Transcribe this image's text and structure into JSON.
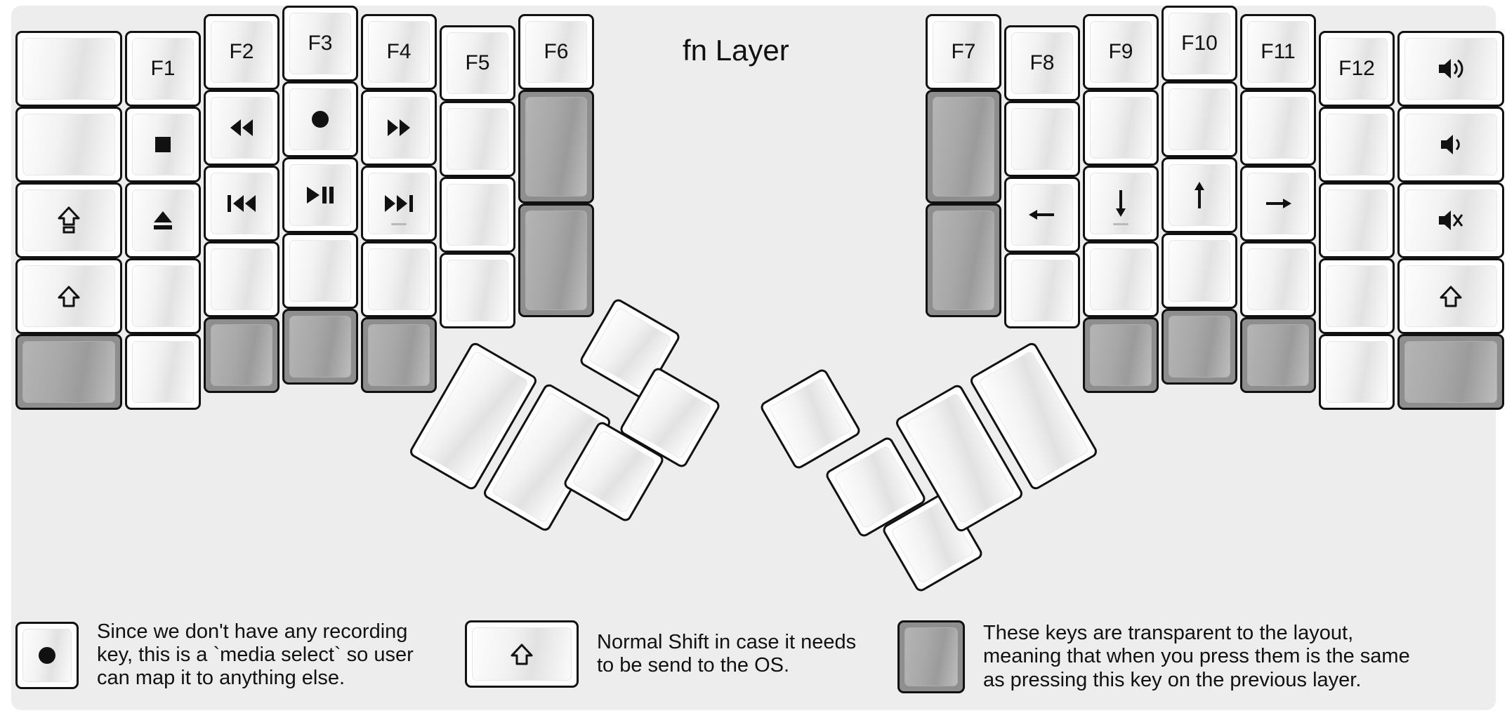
{
  "title": "fn Layer",
  "colors": {
    "board_background": "#ededed",
    "key_face": "#ffffff",
    "key_border": "#111111",
    "transparent_key": "#8e8e8e",
    "label_text": "#111111"
  },
  "left_half": {
    "columns": [
      {
        "name": "pinky-outer",
        "keys": [
          {
            "label": "",
            "icon": "",
            "state": "normal"
          },
          {
            "label": "",
            "icon": "",
            "state": "normal"
          },
          {
            "label": "",
            "icon": "caps-lock-icon",
            "state": "normal"
          },
          {
            "label": "",
            "icon": "shift-icon",
            "state": "normal"
          },
          {
            "label": "",
            "icon": "",
            "state": "transparent"
          }
        ]
      },
      {
        "name": "pinky",
        "keys": [
          {
            "label": "F1",
            "icon": "",
            "state": "normal"
          },
          {
            "label": "",
            "icon": "stop-icon",
            "state": "normal"
          },
          {
            "label": "",
            "icon": "eject-icon",
            "state": "normal"
          },
          {
            "label": "",
            "icon": "",
            "state": "normal"
          },
          {
            "label": "",
            "icon": "",
            "state": "normal"
          }
        ]
      },
      {
        "name": "ring",
        "keys": [
          {
            "label": "F2",
            "icon": "",
            "state": "normal"
          },
          {
            "label": "",
            "icon": "rewind-icon",
            "state": "normal"
          },
          {
            "label": "",
            "icon": "previous-track-icon",
            "state": "normal"
          },
          {
            "label": "",
            "icon": "",
            "state": "normal"
          },
          {
            "label": "",
            "icon": "",
            "state": "transparent"
          }
        ]
      },
      {
        "name": "middle",
        "keys": [
          {
            "label": "F3",
            "icon": "",
            "state": "normal"
          },
          {
            "label": "",
            "icon": "record-icon",
            "state": "normal"
          },
          {
            "label": "",
            "icon": "play-pause-icon",
            "state": "normal"
          },
          {
            "label": "",
            "icon": "",
            "state": "normal"
          },
          {
            "label": "",
            "icon": "",
            "state": "transparent"
          }
        ]
      },
      {
        "name": "index",
        "keys": [
          {
            "label": "F4",
            "icon": "",
            "state": "normal"
          },
          {
            "label": "",
            "icon": "fast-forward-icon",
            "state": "normal"
          },
          {
            "label": "",
            "icon": "next-track-icon",
            "state": "normal",
            "homing": true
          },
          {
            "label": "",
            "icon": "",
            "state": "normal"
          },
          {
            "label": "",
            "icon": "",
            "state": "transparent"
          }
        ]
      },
      {
        "name": "index-inner",
        "keys": [
          {
            "label": "F5",
            "icon": "",
            "state": "normal"
          },
          {
            "label": "",
            "icon": "",
            "state": "normal"
          },
          {
            "label": "",
            "icon": "",
            "state": "normal"
          },
          {
            "label": "",
            "icon": "",
            "state": "normal"
          }
        ]
      },
      {
        "name": "inner-column",
        "keys": [
          {
            "label": "F6",
            "icon": "",
            "state": "normal"
          },
          {
            "label": "",
            "icon": "",
            "state": "transparent",
            "tall": true
          },
          {
            "label": "",
            "icon": "",
            "state": "transparent",
            "tall": true
          }
        ]
      }
    ],
    "thumb_cluster": [
      {
        "name": "thumb-large-1",
        "icon": "",
        "state": "normal"
      },
      {
        "name": "thumb-large-2",
        "icon": "",
        "state": "normal"
      },
      {
        "name": "thumb-small-top",
        "icon": "",
        "state": "normal"
      },
      {
        "name": "thumb-small-mid",
        "icon": "",
        "state": "normal"
      },
      {
        "name": "thumb-small-bottom",
        "icon": "",
        "state": "normal"
      }
    ]
  },
  "right_half": {
    "columns": [
      {
        "name": "inner-column",
        "keys": [
          {
            "label": "F7",
            "icon": "",
            "state": "normal"
          },
          {
            "label": "",
            "icon": "",
            "state": "transparent",
            "tall": true
          },
          {
            "label": "",
            "icon": "",
            "state": "transparent",
            "tall": true
          }
        ]
      },
      {
        "name": "index-inner",
        "keys": [
          {
            "label": "F8",
            "icon": "",
            "state": "normal"
          },
          {
            "label": "",
            "icon": "",
            "state": "normal"
          },
          {
            "label": "",
            "icon": "arrow-left-icon",
            "state": "normal"
          },
          {
            "label": "",
            "icon": "",
            "state": "normal"
          }
        ]
      },
      {
        "name": "index",
        "keys": [
          {
            "label": "F9",
            "icon": "",
            "state": "normal"
          },
          {
            "label": "",
            "icon": "",
            "state": "normal"
          },
          {
            "label": "",
            "icon": "arrow-down-icon",
            "state": "normal",
            "homing": true
          },
          {
            "label": "",
            "icon": "",
            "state": "normal"
          },
          {
            "label": "",
            "icon": "",
            "state": "transparent"
          }
        ]
      },
      {
        "name": "middle",
        "keys": [
          {
            "label": "F10",
            "icon": "",
            "state": "normal"
          },
          {
            "label": "",
            "icon": "",
            "state": "normal"
          },
          {
            "label": "",
            "icon": "arrow-up-icon",
            "state": "normal"
          },
          {
            "label": "",
            "icon": "",
            "state": "normal"
          },
          {
            "label": "",
            "icon": "",
            "state": "transparent"
          }
        ]
      },
      {
        "name": "ring",
        "keys": [
          {
            "label": "F11",
            "icon": "",
            "state": "normal"
          },
          {
            "label": "",
            "icon": "",
            "state": "normal"
          },
          {
            "label": "",
            "icon": "arrow-right-icon",
            "state": "normal"
          },
          {
            "label": "",
            "icon": "",
            "state": "normal"
          },
          {
            "label": "",
            "icon": "",
            "state": "transparent"
          }
        ]
      },
      {
        "name": "pinky",
        "keys": [
          {
            "label": "F12",
            "icon": "",
            "state": "normal"
          },
          {
            "label": "",
            "icon": "",
            "state": "normal"
          },
          {
            "label": "",
            "icon": "",
            "state": "normal"
          },
          {
            "label": "",
            "icon": "",
            "state": "normal"
          },
          {
            "label": "",
            "icon": "",
            "state": "normal"
          }
        ]
      },
      {
        "name": "pinky-outer",
        "keys": [
          {
            "label": "",
            "icon": "volume-up-icon",
            "state": "normal"
          },
          {
            "label": "",
            "icon": "volume-down-icon",
            "state": "normal"
          },
          {
            "label": "",
            "icon": "volume-mute-icon",
            "state": "normal"
          },
          {
            "label": "",
            "icon": "shift-icon",
            "state": "normal"
          },
          {
            "label": "",
            "icon": "",
            "state": "transparent"
          }
        ]
      }
    ],
    "thumb_cluster": [
      {
        "name": "thumb-small-top",
        "icon": "",
        "state": "normal"
      },
      {
        "name": "thumb-small-mid",
        "icon": "",
        "state": "normal"
      },
      {
        "name": "thumb-small-bottom",
        "icon": "",
        "state": "normal"
      },
      {
        "name": "thumb-large-1",
        "icon": "",
        "state": "normal"
      },
      {
        "name": "thumb-large-2",
        "icon": "",
        "state": "normal"
      }
    ]
  },
  "legend": [
    {
      "key_icon": "record-icon",
      "key_state": "normal",
      "text": "Since we don't have any recording\nkey, this is a `media select` so user\ncan map it to anything else."
    },
    {
      "key_icon": "shift-icon",
      "key_state": "normal",
      "text": "Normal Shift in case it needs\nto be send to the OS."
    },
    {
      "key_icon": "",
      "key_state": "transparent",
      "text": "These keys are transparent to the layout,\nmeaning that when you press them is the same\nas pressing this key on the previous layer."
    }
  ]
}
